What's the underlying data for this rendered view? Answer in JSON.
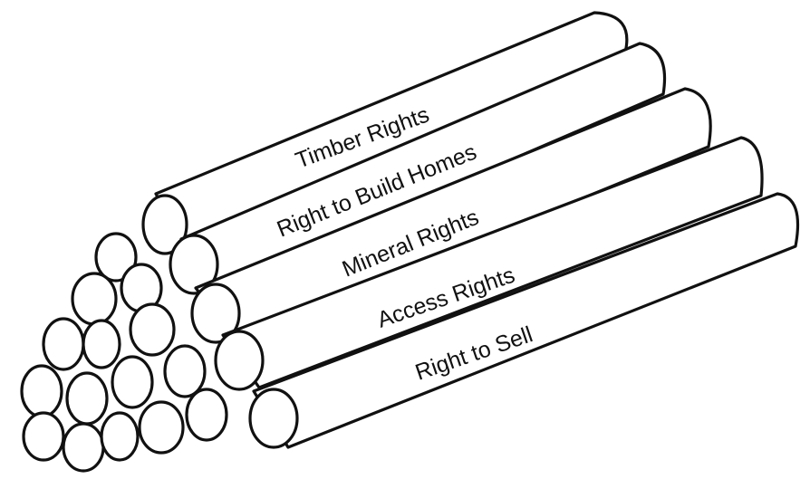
{
  "diagram": {
    "stick_labels": [
      "Timber Rights",
      "Right to Build Homes",
      "Mineral Rights",
      "Access Rights",
      "Right to Sell"
    ],
    "ink_color": "#111111",
    "paper_color": "#ffffff"
  }
}
